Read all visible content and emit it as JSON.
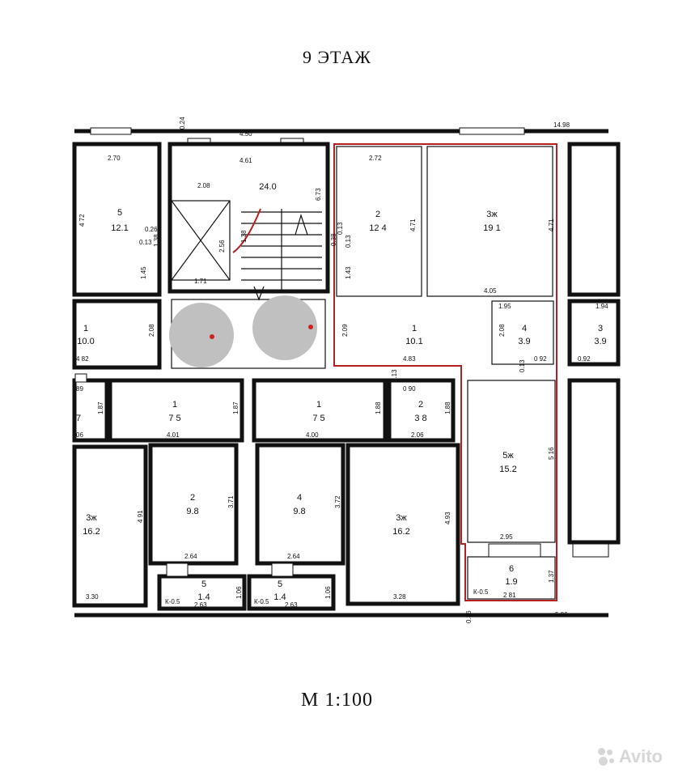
{
  "floor_title": "9 ЭТАЖ",
  "scale": "М 1:100",
  "watermark": "Avito",
  "colors": {
    "highlight": "#b22222",
    "marker": "#c0c0c0",
    "dot": "#cc2222"
  },
  "rooms": {
    "r_tl": {
      "num": "5",
      "area": "12.1"
    },
    "r_stair": {
      "area": "24.0"
    },
    "r_l1": {
      "num": "1",
      "area": "10.0"
    },
    "r_a2": {
      "num": "2",
      "area": "12 4"
    },
    "r_a3": {
      "num": "3ж",
      "area": "19 1"
    },
    "r_a1": {
      "num": "1",
      "area": "10.1"
    },
    "r_a4": {
      "num": "4",
      "area": "3.9"
    },
    "r_rr3": {
      "num": "3",
      "area": "3.9"
    },
    "r_c1a": {
      "num": "1",
      "area": "7 5"
    },
    "r_c1b": {
      "num": "1",
      "area": "7 5"
    },
    "r_c2": {
      "num": "2",
      "area": "3 8"
    },
    "r_l7": {
      "num": "",
      "area": "7"
    },
    "r_b3l": {
      "num": "3ж",
      "area": "16.2"
    },
    "r_b2": {
      "num": "2",
      "area": "9.8"
    },
    "r_b4": {
      "num": "4",
      "area": "9.8"
    },
    "r_b3r": {
      "num": "3ж",
      "area": "16.2"
    },
    "r_b5ж": {
      "num": "5ж",
      "area": "15.2"
    },
    "r_bal1": {
      "num": "5",
      "area": "1.4"
    },
    "r_bal2": {
      "num": "5",
      "area": "1.4"
    },
    "r_bal3": {
      "num": "6",
      "area": "1.9"
    }
  },
  "dims": {
    "d_024": "0.24",
    "d_450": "4.50",
    "d_1498": "14.98",
    "d_270": "2.70",
    "d_461": "4.61",
    "d_272": "2.72",
    "d_472": "4 72",
    "d_208a": "2.08",
    "d_673": "6.73",
    "d_471a": "4.71",
    "d_471b": "4.71",
    "d_026": "0.26",
    "d_013a": "0.13",
    "d_138": "1.38",
    "d_256": "2.56",
    "d_138b": "1.38",
    "d_013b": "0.13",
    "d_013c": "0.13",
    "d_038": "0.38",
    "d_145": "1.45",
    "d_143": "1.43",
    "d_171": "1.71",
    "d_405": "4.05",
    "d_195": "1.95",
    "d_194": "1.94",
    "d_208b": "2.08",
    "d_209": "2.09",
    "d_208c": "2.08",
    "d_482": "4 82",
    "d_483": "4.83",
    "d_092a": "0 92",
    "d_092b": "0.92",
    "d_013d": "0.13",
    "d_089": "89",
    "d_013e": "0.13",
    "d_090": "0 90",
    "d_187a": "1.87",
    "d_187b": "1.87",
    "d_188a": "1.88",
    "d_188b": "1.88",
    "d_401": "4.01",
    "d_400": "4.00",
    "d_206": "2.06",
    "d_516": "5 16",
    "d_491": "4 91",
    "d_371": "3.71",
    "d_372": "3.72",
    "d_493": "4.93",
    "d_06": "06",
    "d_295": "2.95",
    "d_264a": "2.64",
    "d_264b": "2.64",
    "d_137": "1.37",
    "d_106a": "1.06",
    "d_106b": "1.06",
    "d_330": "3.30",
    "d_263a": "2.63",
    "d_263b": "2.63",
    "d_328": "3.28",
    "d_281": "2 81",
    "d_k05a": "К-0.5",
    "d_k05b": "К-0.5",
    "d_k05c": "К-0.5",
    "d_036": "0.36",
    "d_586": "5.86"
  }
}
